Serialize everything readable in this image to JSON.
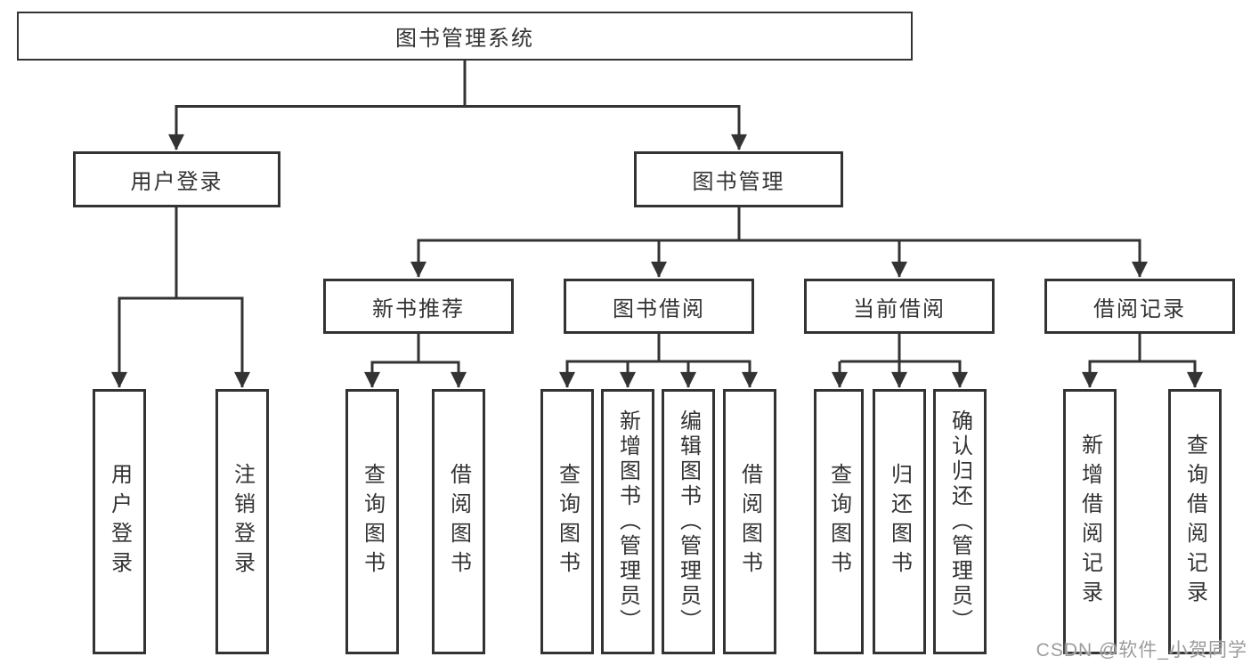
{
  "diagram": {
    "nodes": {
      "root": {
        "label": "图书管理系统"
      },
      "userLogin": {
        "label": "用户登录"
      },
      "bookMgmt": {
        "label": "图书管理"
      },
      "newBookRec": {
        "label": "新书推荐"
      },
      "bookBorrow": {
        "label": "图书借阅"
      },
      "currentBorrow": {
        "label": "当前借阅"
      },
      "borrowRecord": {
        "label": "借阅记录"
      },
      "leafUserLogin": {
        "label": "用户登录"
      },
      "leafLogout": {
        "label": "注销登录"
      },
      "leafQueryBook1": {
        "label": "查询图书"
      },
      "leafBorrowBook1": {
        "label": "借阅图书"
      },
      "leafQueryBook2": {
        "label": "查询图书"
      },
      "leafAddBook": {
        "label": "新增图书（管理员）"
      },
      "leafEditBook": {
        "label": "编辑图书（管理员）"
      },
      "leafBorrowBook2": {
        "label": "借阅图书"
      },
      "leafQueryBook3": {
        "label": "查询图书"
      },
      "leafReturnBook": {
        "label": "归还图书"
      },
      "leafConfirmReturn": {
        "label": "确认归还（管理员）"
      },
      "leafAddBorrowRecord": {
        "label": "新增借阅记录"
      },
      "leafQueryBorrowRecord": {
        "label": "查询借阅记录"
      }
    },
    "watermark": "CSDN @软件_小贺同学",
    "colors": {
      "line": "#333333",
      "box_background": "#ffffff",
      "page_background": "#ffffff",
      "watermark": "#9c9c9c"
    }
  }
}
